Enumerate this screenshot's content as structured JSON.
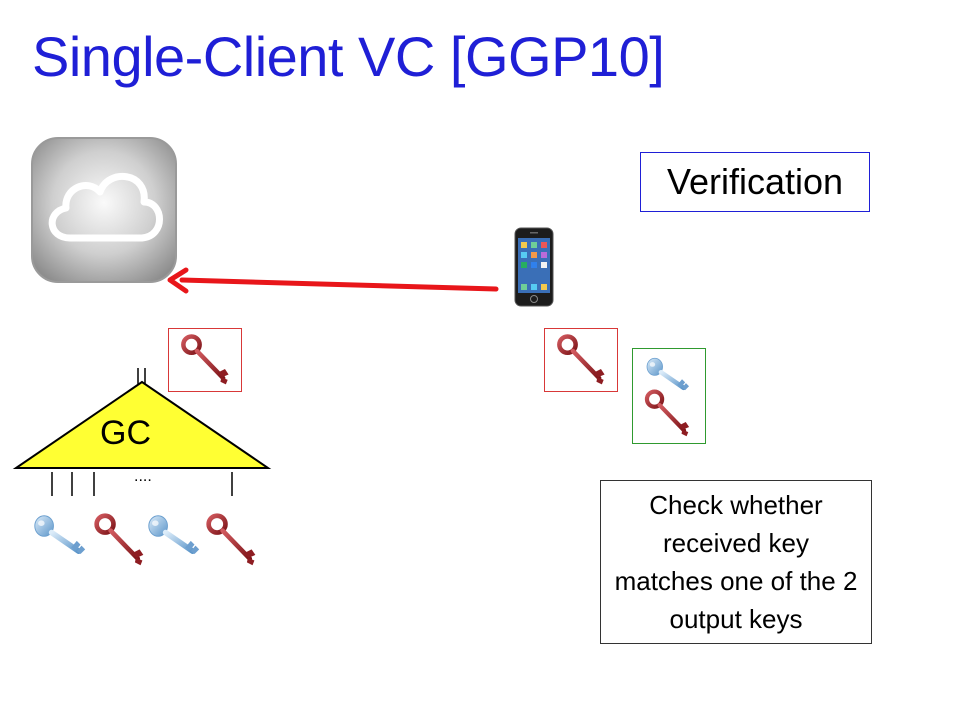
{
  "slide": {
    "title": "Single-Client VC [GGP10]",
    "verification_label": "Verification",
    "gc_label": "GC",
    "dots": "....",
    "check_text": "Check whether received key matches one of the 2 output keys"
  },
  "icons": {
    "server": "cloud-icon",
    "client": "phone-icon",
    "key_red": "red-key-icon",
    "key_blue": "blue-key-icon"
  },
  "colors": {
    "title": "#1f1fd6",
    "arrow": "#e8161a",
    "red_key": "#a8252b",
    "blue_key": "#7fb3df",
    "gc_fill": "#ffff33",
    "red_box": "#d83838",
    "green_box": "#2f9a2f"
  }
}
